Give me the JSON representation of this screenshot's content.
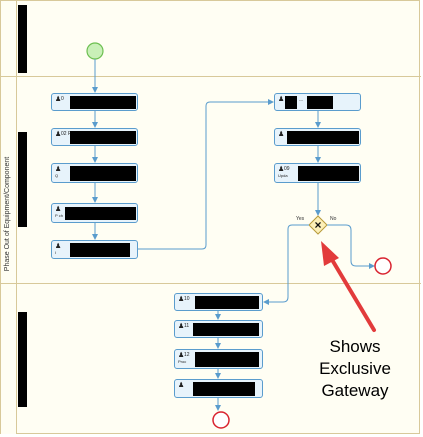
{
  "pool": {
    "label": "Phase Out of Equipment/Component"
  },
  "tasks": [
    {
      "id": "t1",
      "num": "0",
      "sub": ""
    },
    {
      "id": "t2",
      "num": "02 P",
      "sub": ""
    },
    {
      "id": "t3",
      "num": "",
      "sub": "Q"
    },
    {
      "id": "t4",
      "num": "",
      "sub": "P ch"
    },
    {
      "id": "t5",
      "num": "",
      "sub": "I"
    },
    {
      "id": "t6",
      "num": "",
      "sub": "---"
    },
    {
      "id": "t7",
      "num": "",
      "sub": ""
    },
    {
      "id": "t8",
      "num": "09",
      "sub": "Upda"
    },
    {
      "id": "t9",
      "num": "10",
      "sub": ""
    },
    {
      "id": "t10",
      "num": "11",
      "sub": ""
    },
    {
      "id": "t11",
      "num": "12",
      "sub": "Proc"
    },
    {
      "id": "t12",
      "num": "",
      "sub": ""
    }
  ],
  "gateway": {
    "symbol": "×",
    "yes_label": "Yes",
    "no_label": "No"
  },
  "annotation": {
    "line1": "Shows",
    "line2": "Exclusive",
    "line3": "Gateway"
  },
  "colors": {
    "task_fill": "#e7f3fb",
    "task_border": "#5a9ccd",
    "start_fill": "#c9f0b8",
    "start_stroke": "#6cbf50",
    "end_stroke": "#d9232f",
    "gateway_fill": "#fdf0b8",
    "connector": "#5a9ccd",
    "arrow": "#e23b3b",
    "lane_border": "#d8c99a"
  }
}
